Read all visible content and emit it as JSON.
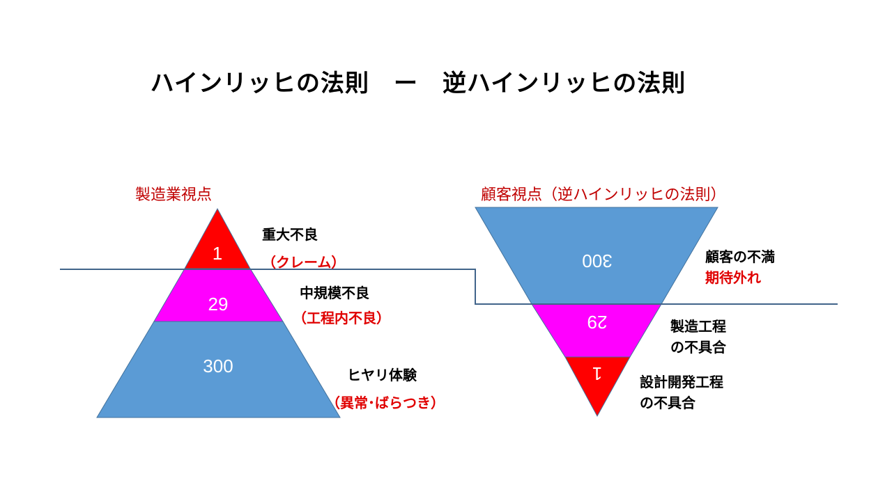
{
  "title": "ハインリッヒの法則　ー　逆ハインリッヒの法則",
  "left": {
    "heading": "製造業視点",
    "levels": [
      {
        "value": "1",
        "label": "重大不良",
        "sub": "（クレーム）"
      },
      {
        "value": "29",
        "label": "中規模不良",
        "sub": "（工程内不良）"
      },
      {
        "value": "300",
        "label": "ヒヤリ体験",
        "sub": "（異常･ばらつき）"
      }
    ]
  },
  "right": {
    "heading": "顧客視点（逆ハインリッヒの法則）",
    "levels": [
      {
        "value": "300",
        "label": "顧客の不満",
        "sub": "期待外れ"
      },
      {
        "value": "29",
        "label": "製造工程",
        "sub": "の不具合"
      },
      {
        "value": "1",
        "label": "設計開発工程",
        "sub": "の不具合"
      }
    ]
  },
  "colors": {
    "top": "#ff0000",
    "middle": "#ff00ff",
    "base": "#5b9bd5",
    "line": "#41648a",
    "heading": "#c00000"
  }
}
